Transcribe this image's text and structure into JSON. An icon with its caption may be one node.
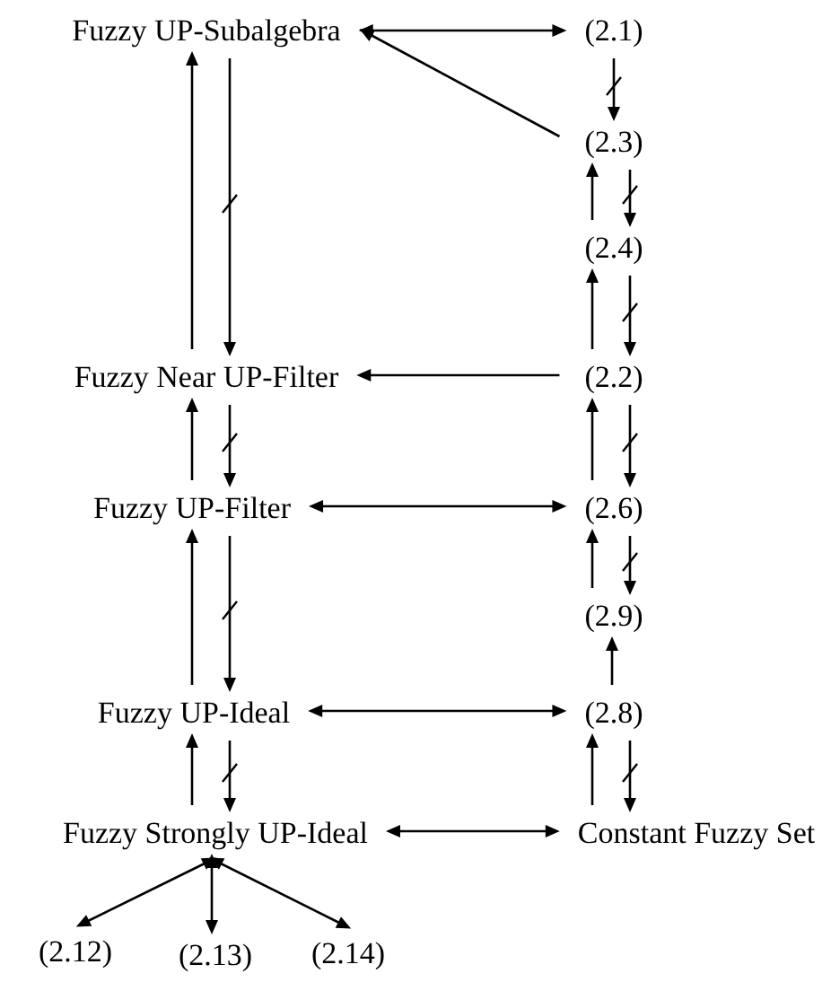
{
  "diagram": {
    "nodes": [
      {
        "text": [
          "Fuzzy UP-Subalgebra"
        ]
      },
      {
        "text": [
          "(2.1)"
        ]
      },
      {
        "text": [
          "(2.3)"
        ]
      },
      {
        "text": [
          "(2.4)"
        ]
      },
      {
        "text": [
          "Fuzzy Near UP-Filter"
        ]
      },
      {
        "text": [
          "(2.2)"
        ]
      },
      {
        "text": [
          "Fuzzy UP-Filter"
        ]
      },
      {
        "text": [
          "(2.6)"
        ]
      },
      {
        "text": [
          "(2.9)"
        ]
      },
      {
        "text": [
          "Fuzzy UP-Ideal"
        ]
      },
      {
        "text": [
          "(2.8)"
        ]
      },
      {
        "text": [
          "Fuzzy Strongly UP-Ideal"
        ]
      },
      {
        "text": [
          "Constant Fuzzy Set"
        ]
      },
      {
        "text": [
          "(2.12)"
        ]
      },
      {
        "text": [
          "(2.13)"
        ]
      },
      {
        "text": [
          "(2.14)"
        ]
      }
    ],
    "edges": [
      {
        "from": 0,
        "to": 1,
        "arrow": "both"
      },
      {
        "from": 1,
        "to": 2,
        "arrow": "to"
      },
      {
        "from": 2,
        "to": 0,
        "arrow": "to"
      },
      {
        "from": 3,
        "to": 2,
        "arrow": "to"
      },
      {
        "from": 2,
        "to": 3,
        "arrow": "to"
      },
      {
        "from": 5,
        "to": 3,
        "arrow": "to"
      },
      {
        "from": 3,
        "to": 5,
        "arrow": "to"
      },
      {
        "from": 5,
        "to": 4,
        "arrow": "to"
      },
      {
        "from": 4,
        "to": 0,
        "arrow": "to"
      },
      {
        "from": 0,
        "to": 4,
        "arrow": "to"
      },
      {
        "from": 6,
        "to": 4,
        "arrow": "to"
      },
      {
        "from": 4,
        "to": 6,
        "arrow": "to"
      },
      {
        "from": 7,
        "to": 5,
        "arrow": "to"
      },
      {
        "from": 5,
        "to": 7,
        "arrow": "to"
      },
      {
        "from": 6,
        "to": 7,
        "arrow": "both"
      },
      {
        "from": 8,
        "to": 7,
        "arrow": "to"
      },
      {
        "from": 7,
        "to": 8,
        "arrow": "to"
      },
      {
        "from": 9,
        "to": 6,
        "arrow": "to"
      },
      {
        "from": 6,
        "to": 9,
        "arrow": "to"
      },
      {
        "from": 10,
        "to": 8,
        "arrow": "to"
      },
      {
        "from": 9,
        "to": 10,
        "arrow": "both"
      },
      {
        "from": 11,
        "to": 9,
        "arrow": "to"
      },
      {
        "from": 9,
        "to": 11,
        "arrow": "to"
      },
      {
        "from": 12,
        "to": 10,
        "arrow": "to"
      },
      {
        "from": 10,
        "to": 12,
        "arrow": "to"
      },
      {
        "from": 11,
        "to": 12,
        "arrow": "both"
      },
      {
        "from": 11,
        "to": 13,
        "arrow": "both"
      },
      {
        "from": 11,
        "to": 14,
        "arrow": "both"
      },
      {
        "from": 11,
        "to": 15,
        "arrow": "both"
      }
    ]
  }
}
